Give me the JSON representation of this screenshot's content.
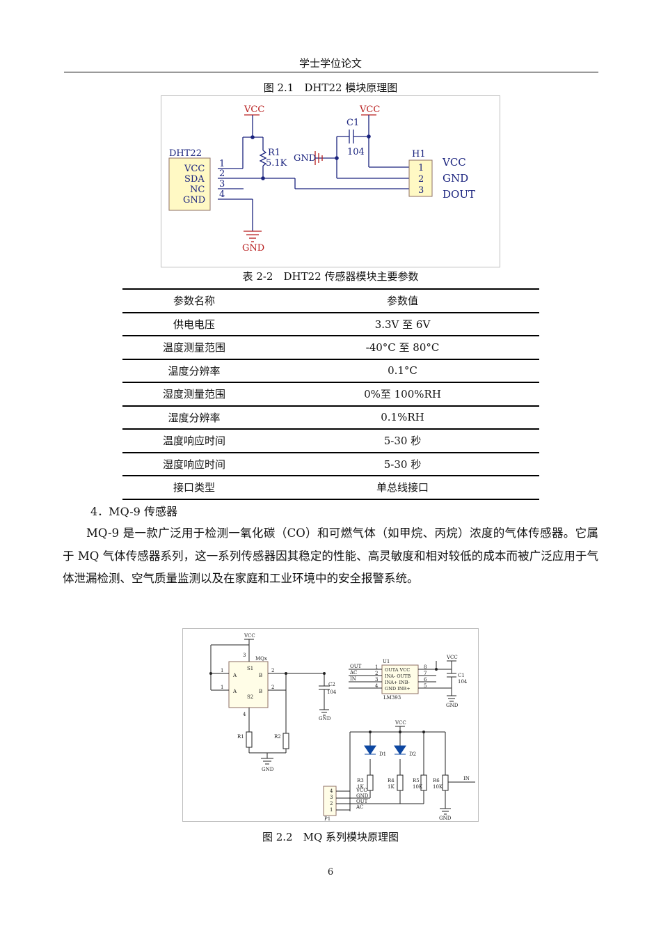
{
  "header": {
    "title": "学士学位论文"
  },
  "figure1": {
    "caption": "图 2.1　DHT22 模块原理图",
    "labels": {
      "vcc1": "VCC",
      "vcc2": "VCC",
      "c1": "C1",
      "c1_value": "104",
      "r1": "R1",
      "r1_value": "5.1K",
      "dht": "DHT22",
      "dht_pins": [
        "VCC",
        "SDA",
        "NC",
        "GND"
      ],
      "dht_pin_numbers": [
        "1",
        "2",
        "3",
        "4"
      ],
      "gnd_cap": "GND",
      "gnd_bottom": "GND",
      "h1": "H1",
      "h1_pin_numbers": [
        "1",
        "2",
        "3"
      ],
      "h1_signals": [
        "VCC",
        "GND",
        "DOUT"
      ]
    }
  },
  "table": {
    "caption": "表 2-2　DHT22 传感器模块主要参数",
    "header": [
      "参数名称",
      "参数值"
    ],
    "rows": [
      [
        "供电电压",
        "3.3V 至 6V"
      ],
      [
        "温度测量范围",
        "-40°C 至 80°C"
      ],
      [
        "温度分辨率",
        "0.1°C"
      ],
      [
        "湿度测量范围",
        "0%至 100%RH"
      ],
      [
        "湿度分辨率",
        "0.1%RH"
      ],
      [
        "温度响应时间",
        "5-30 秒"
      ],
      [
        "湿度响应时间",
        "5-30 秒"
      ],
      [
        "接口类型",
        "单总线接口"
      ]
    ]
  },
  "section": {
    "title": "4．MQ-9 传感器"
  },
  "paragraph": "MQ-9 是一款广泛用于检测一氧化碳（CO）和可燃气体（如甲烷、丙烷）浓度的气体传感器。它属于 MQ 气体传感器系列，这一系列传感器因其稳定的性能、高灵敏度和相对较低的成本而被广泛应用于气体泄漏检测、空气质量监测以及在家庭和工业环境中的安全报警系统。",
  "figure2": {
    "caption": "图 2.2　MQ 系列模块原理图",
    "labels": {
      "vcc_top": "VCC",
      "mqx": "MQx",
      "a1": "A",
      "a2": "A",
      "b1": "B",
      "b2": "B",
      "pin_a1": "1",
      "pin_a2": "1",
      "pin_b1": "2",
      "pin_b2": "2",
      "pin_h": "3",
      "pin_l": "4",
      "s1": "S1",
      "s2": "S2",
      "c2": "C2",
      "c2_value": "104",
      "gnd_c2": "GND",
      "r1": "R1",
      "r2": "R2",
      "gnd_r": "GND",
      "u1": "U1",
      "lm393": "LM393",
      "u1_left": [
        "OUT",
        "AC",
        "IN",
        ""
      ],
      "u1_left_pins": [
        "1",
        "2",
        "3",
        "4"
      ],
      "u1_right_pins": [
        "8",
        "7",
        "6",
        "5"
      ],
      "u1_inner": [
        "OUTA VCC",
        "INA- OUTB",
        "INA+ INB-",
        "GND INB+"
      ],
      "vcc_u1": "VCC",
      "c1": "C1",
      "c1_value": "104",
      "gnd_u1": "GND",
      "vcc_led": "VCC",
      "d1": "D1",
      "d2": "D2",
      "r3": "R3",
      "r3_value": "1K",
      "r4": "R4",
      "r4_value": "1K",
      "r5": "R5",
      "r5_value": "10K",
      "r6": "R6",
      "r6_value": "10K",
      "in": "IN",
      "p1": "P1",
      "p1_pins": [
        "4",
        "3",
        "2",
        "1"
      ],
      "p1_signals": [
        "VCC",
        "GND",
        "OUT",
        "AC"
      ],
      "gnd_r6": "GND"
    }
  },
  "page": {
    "number": "6"
  }
}
